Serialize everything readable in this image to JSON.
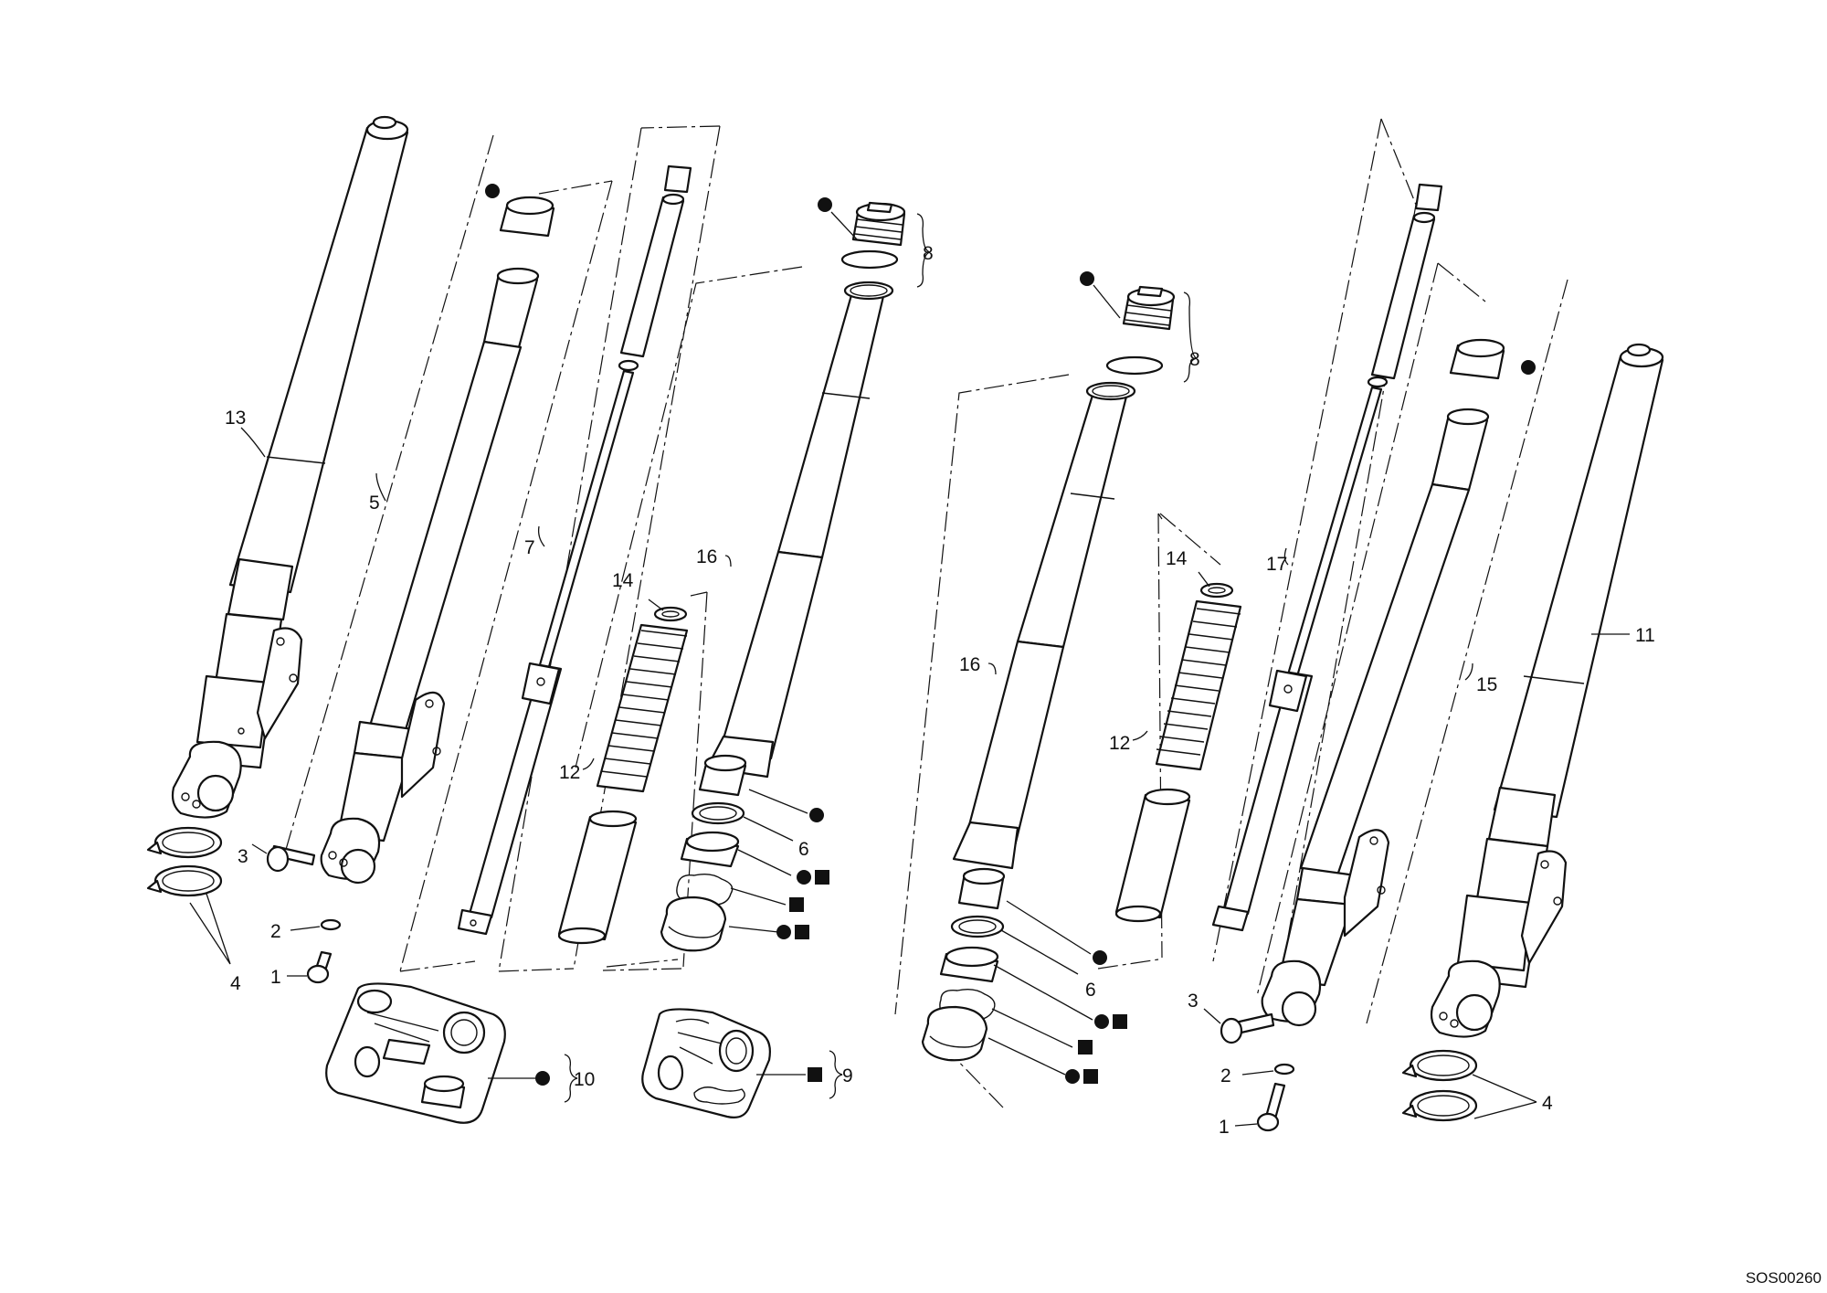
{
  "drawing_code": "SOS00260",
  "legend_symbols": {
    "dot": "filled-circle",
    "square": "filled-square"
  },
  "callouts": {
    "left_13": "13",
    "left_5": "5",
    "left_7": "7",
    "left_16": "16",
    "left_14": "14",
    "left_12": "12",
    "left_8": "8",
    "left_6": "6",
    "left_3": "3",
    "left_2": "2",
    "left_1": "1",
    "left_4": "4",
    "left_10": "10",
    "left_9": "9",
    "right_8": "8",
    "right_14": "14",
    "right_17": "17",
    "right_16": "16",
    "right_12": "12",
    "right_15": "15",
    "right_11": "11",
    "right_6": "6",
    "right_3": "3",
    "right_2": "2",
    "right_1": "1",
    "right_4": "4"
  }
}
